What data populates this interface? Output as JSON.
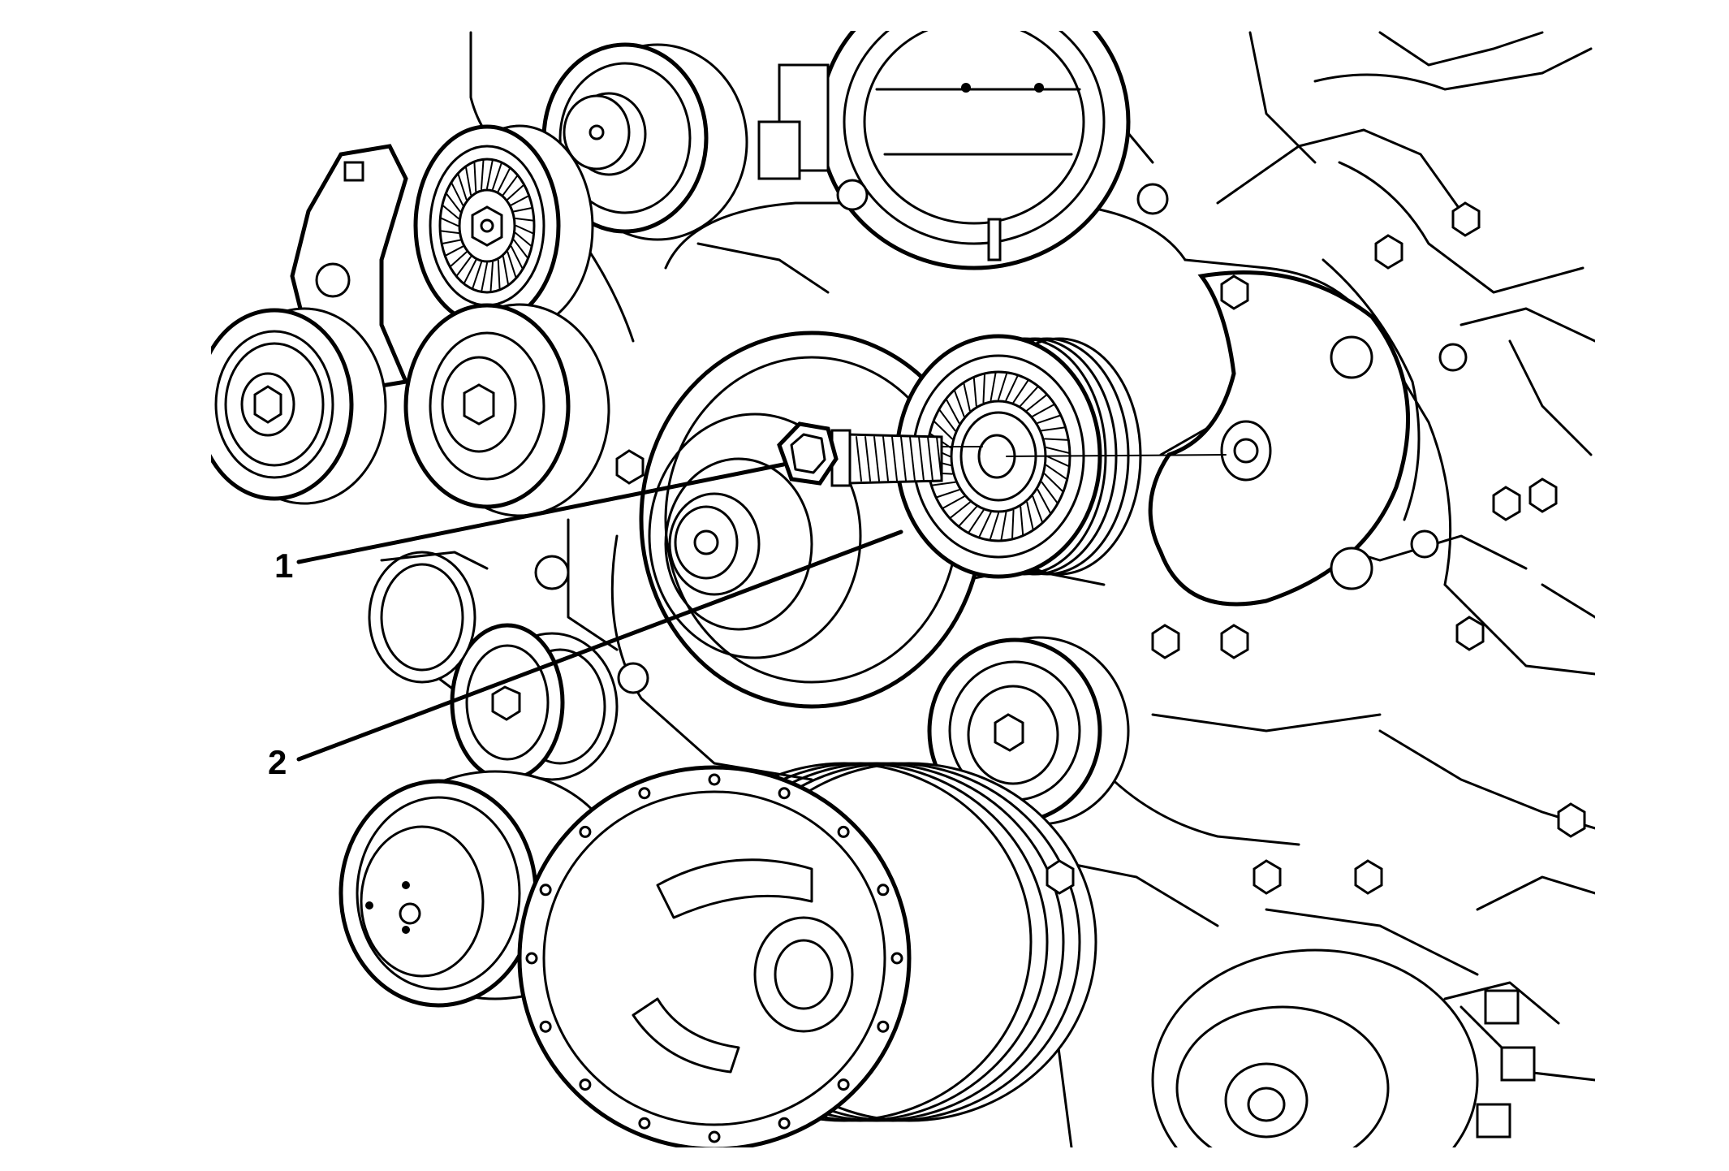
{
  "callouts": [
    {
      "id": 1,
      "label": "1"
    },
    {
      "id": 2,
      "label": "2"
    }
  ],
  "colors": {
    "line": "#000000",
    "background": "#ffffff"
  }
}
